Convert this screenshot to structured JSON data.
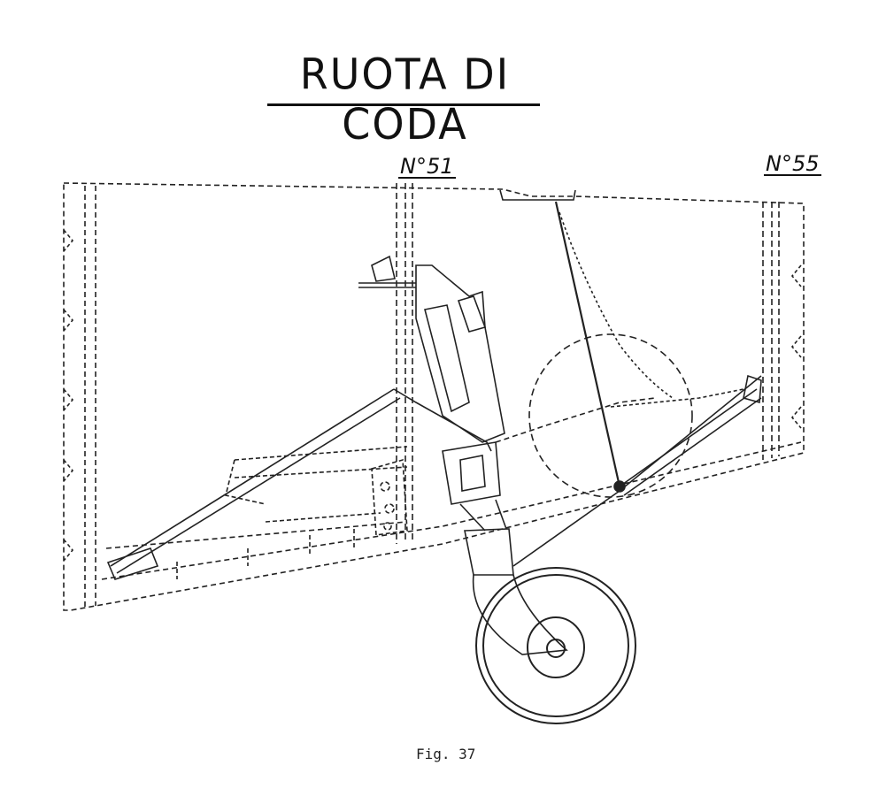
{
  "title": "RUOTA DI CODA",
  "frame_labels": {
    "frame_51": "N°51",
    "frame_55": "N°55"
  },
  "caption": "Fig. 37"
}
